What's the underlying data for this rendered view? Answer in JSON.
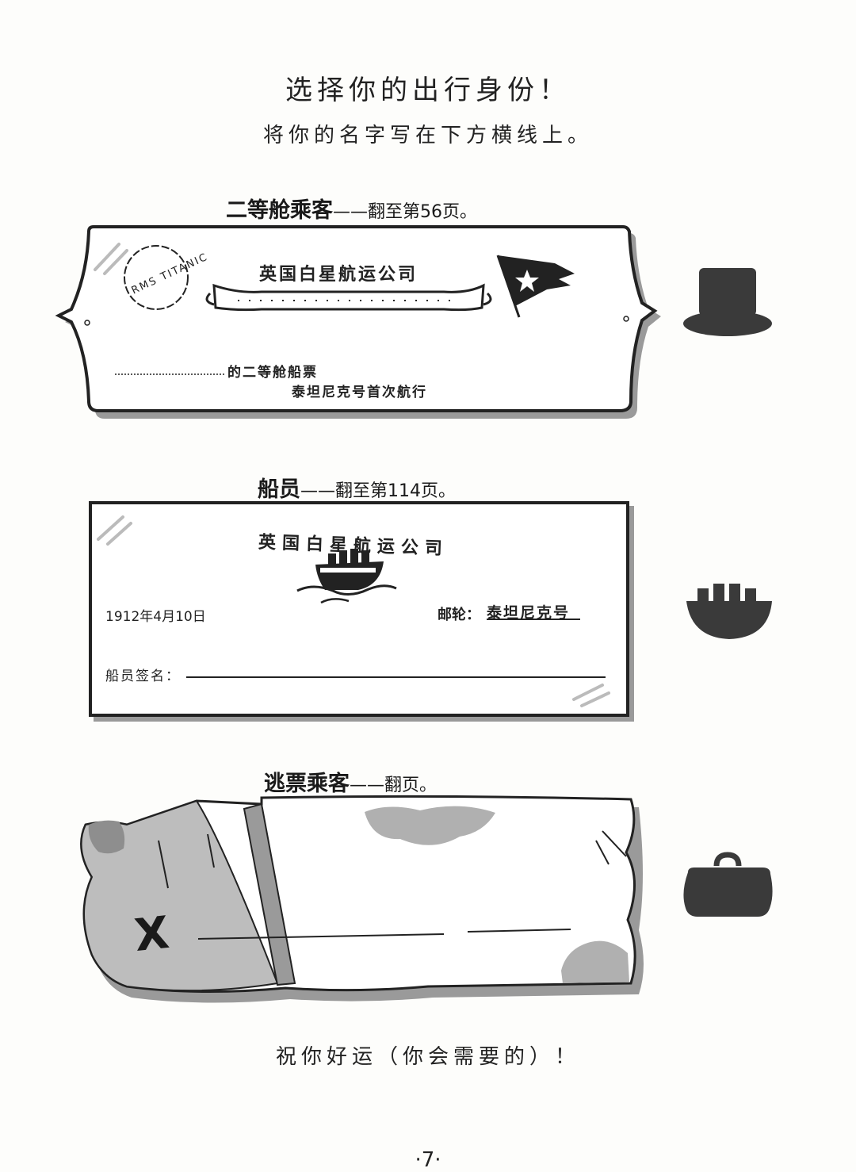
{
  "page": {
    "title": "选择你的出行身份！",
    "subtitle": "将你的名字写在下方横线上。",
    "footer": "祝你好运（你会需要的）！",
    "page_number": "·7·"
  },
  "second_class": {
    "heading_bold": "二等舱乘客",
    "heading_rest": "——翻至第56页。",
    "stamp_text": "RMS TITANIC",
    "company": "英国白星航运公司",
    "ticket_line1": "的二等舱船票",
    "ticket_line2": "泰坦尼克号首次航行",
    "icon": "top-hat-icon"
  },
  "crew": {
    "heading_bold": "船员",
    "heading_rest": "——翻至第114页。",
    "company": "英国白星航运公司",
    "date": "1912年4月10日",
    "ship_label": "邮轮：",
    "ship_name": "泰坦尼克号",
    "signature_label": "船员签名：",
    "icon": "ship-silhouette-icon"
  },
  "stowaway": {
    "heading_bold": "逃票乘客",
    "heading_rest": "——翻页。",
    "mark": "X",
    "icon": "bag-icon"
  },
  "colors": {
    "ink": "#222222",
    "shadow_gray": "#9a9a9a",
    "silhouette": "#3a3a3a",
    "paper": "#fdfdfb"
  }
}
